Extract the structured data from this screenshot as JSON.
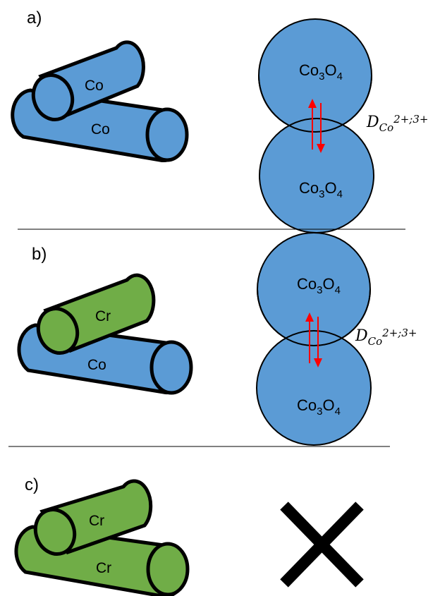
{
  "colors": {
    "cobalt": "#5b9bd5",
    "chromium": "#70ad47",
    "arrow": "#ff0000",
    "outline": "#000000"
  },
  "panels": {
    "a": {
      "label": "a)",
      "top_cylinder": {
        "label": "Co",
        "material": "cobalt"
      },
      "bottom_cylinder": {
        "label": "Co",
        "material": "cobalt"
      },
      "sphere_top": {
        "base": "Co",
        "sub": "3",
        "mid": "O",
        "sub2": "4"
      },
      "sphere_bottom": {
        "base": "Co",
        "sub": "3",
        "mid": "O",
        "sub2": "4"
      },
      "diffusion": {
        "symbol": "D",
        "subscript": "Co",
        "superscript": "2+;3+"
      }
    },
    "b": {
      "label": "b)",
      "top_cylinder": {
        "label": "Cr",
        "material": "chromium"
      },
      "bottom_cylinder": {
        "label": "Co",
        "material": "cobalt"
      },
      "sphere_top": {
        "base": "Co",
        "sub": "3",
        "mid": "O",
        "sub2": "4"
      },
      "sphere_bottom": {
        "base": "Co",
        "sub": "3",
        "mid": "O",
        "sub2": "4"
      },
      "diffusion": {
        "symbol": "D",
        "subscript": "Co",
        "superscript": "2+;3+"
      }
    },
    "c": {
      "label": "c)",
      "top_cylinder": {
        "label": "Cr",
        "material": "chromium"
      },
      "bottom_cylinder": {
        "label": "Cr",
        "material": "chromium"
      },
      "no_oxide_icon": "cross-icon"
    }
  }
}
